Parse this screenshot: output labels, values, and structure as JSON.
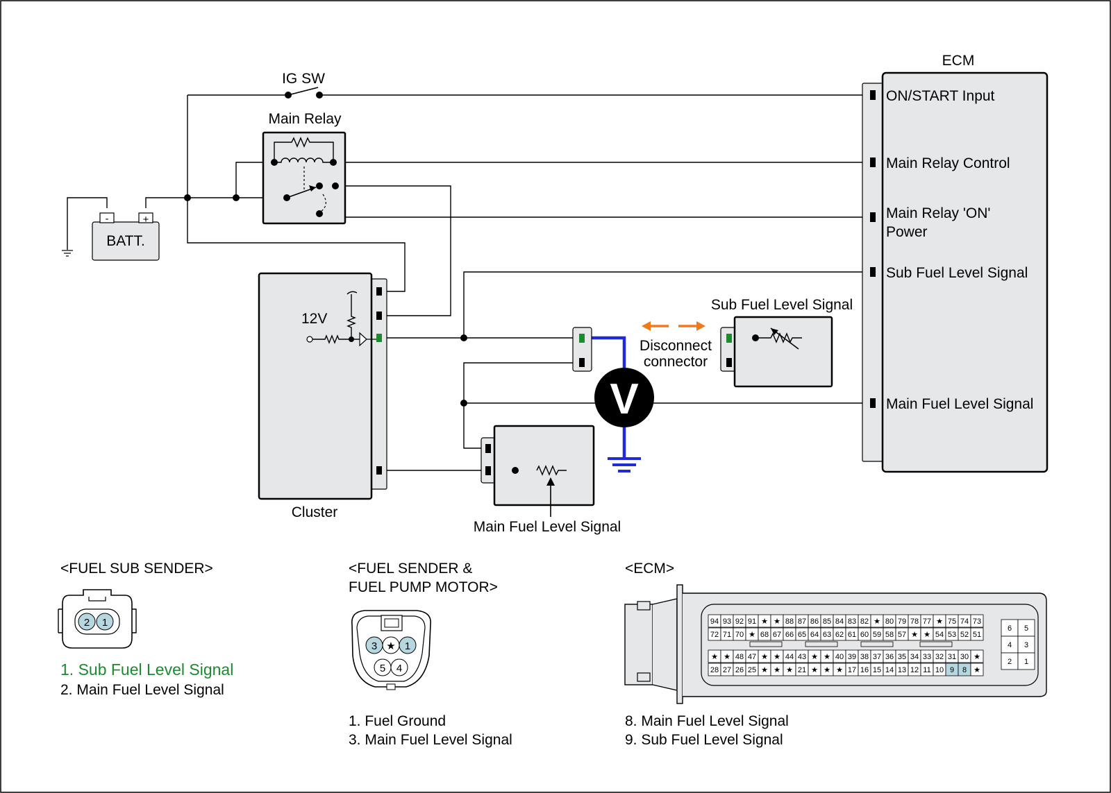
{
  "labels": {
    "ig_sw": "IG SW",
    "main_relay": "Main Relay",
    "batt": "BATT.",
    "ecm_title": "ECM",
    "cluster": "Cluster",
    "v12": "12V",
    "voltmeter": "V",
    "disconnect_line1": "Disconnect",
    "disconnect_line2": "connector",
    "sub_sender_title": "Sub Fuel Level Signal",
    "main_sender_title": "Main Fuel Level Signal",
    "batt_minus": "-",
    "batt_plus": "+"
  },
  "ecm_pins": {
    "on_start": "ON/START Input",
    "main_relay_control": "Main Relay Control",
    "main_relay_on_1": "Main Relay 'ON'",
    "main_relay_on_2": "Power",
    "sub_fuel": "Sub Fuel Level Signal",
    "main_fuel": "Main Fuel Level Signal"
  },
  "connectors": {
    "sub_sender": {
      "title": "<FUEL SUB SENDER>",
      "pins": [
        "2",
        "1"
      ],
      "legend": [
        "1. Sub Fuel Level Signal",
        "2. Main Fuel Level Signal"
      ]
    },
    "fuel_pump": {
      "title_1": "<FUEL SENDER &",
      "title_2": "FUEL PUMP MOTOR>",
      "pins_top": [
        "3",
        "★",
        "1"
      ],
      "pins_bottom": [
        "5",
        "4"
      ],
      "legend": [
        "1. Fuel Ground",
        "3. Main Fuel Level Signal"
      ]
    },
    "ecm": {
      "title": "<ECM>",
      "rows": [
        [
          "94",
          "93",
          "92",
          "91",
          "★",
          "★",
          "88",
          "87",
          "86",
          "85",
          "84",
          "83",
          "82",
          "★",
          "80",
          "79",
          "78",
          "77",
          "★",
          "75",
          "74",
          "73"
        ],
        [
          "72",
          "71",
          "70",
          "★",
          "68",
          "67",
          "66",
          "65",
          "64",
          "63",
          "62",
          "61",
          "60",
          "59",
          "58",
          "57",
          "★",
          "★",
          "54",
          "53",
          "52",
          "51"
        ],
        [
          "★",
          "★",
          "48",
          "47",
          "★",
          "★",
          "44",
          "43",
          "★",
          "★",
          "40",
          "39",
          "38",
          "37",
          "36",
          "35",
          "34",
          "33",
          "32",
          "31",
          "30",
          "★"
        ],
        [
          "28",
          "27",
          "26",
          "25",
          "★",
          "★",
          "★",
          "21",
          "★",
          "★",
          "★",
          "17",
          "16",
          "15",
          "14",
          "13",
          "12",
          "11",
          "10",
          "9",
          "8",
          "★"
        ]
      ],
      "side_rows": [
        [
          "6",
          "5"
        ],
        [
          "4",
          "3"
        ],
        [
          "2",
          "1"
        ]
      ],
      "legend": [
        "8. Main Fuel Level Signal",
        "9. Sub Fuel Level Signal"
      ]
    }
  },
  "colors": {
    "highlight": "#b7d7e0",
    "voltmeter_lead": "#1f2bd6",
    "arrow": "#f07a1a",
    "green_pin": "#1c8a2e",
    "legend_green": "#1c8a2e"
  }
}
